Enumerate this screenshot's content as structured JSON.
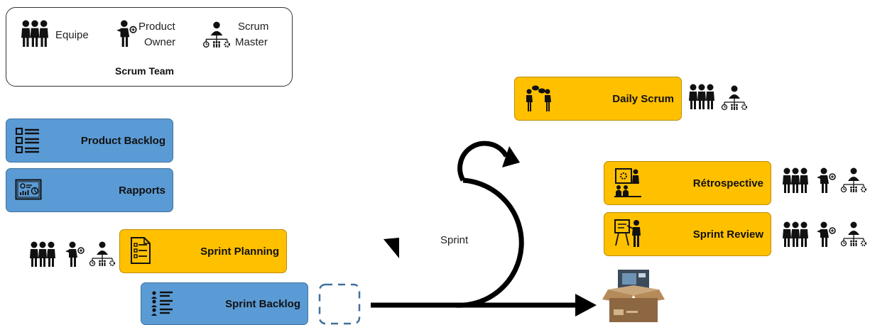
{
  "legend": {
    "title": "Scrum Team",
    "roles": [
      {
        "name": "Equipe",
        "icon": "team-icon"
      },
      {
        "name": "Product Owner",
        "line1": "Product",
        "line2": "Owner",
        "icon": "product-owner-icon"
      },
      {
        "name": "Scrum Master",
        "line1": "Scrum",
        "line2": "Master",
        "icon": "scrum-master-icon"
      }
    ]
  },
  "artifacts": {
    "product_backlog": "Product Backlog",
    "rapports": "Rapports",
    "sprint_backlog": "Sprint Backlog"
  },
  "events": {
    "sprint_planning": "Sprint Planning",
    "daily_scrum": "Daily Scrum",
    "retrospective": "Rétrospective",
    "sprint_review": "Sprint Review"
  },
  "sprint_label": "Sprint",
  "colors": {
    "blue": "#5b9bd5",
    "gold": "#ffc000",
    "icon": "#111111"
  }
}
